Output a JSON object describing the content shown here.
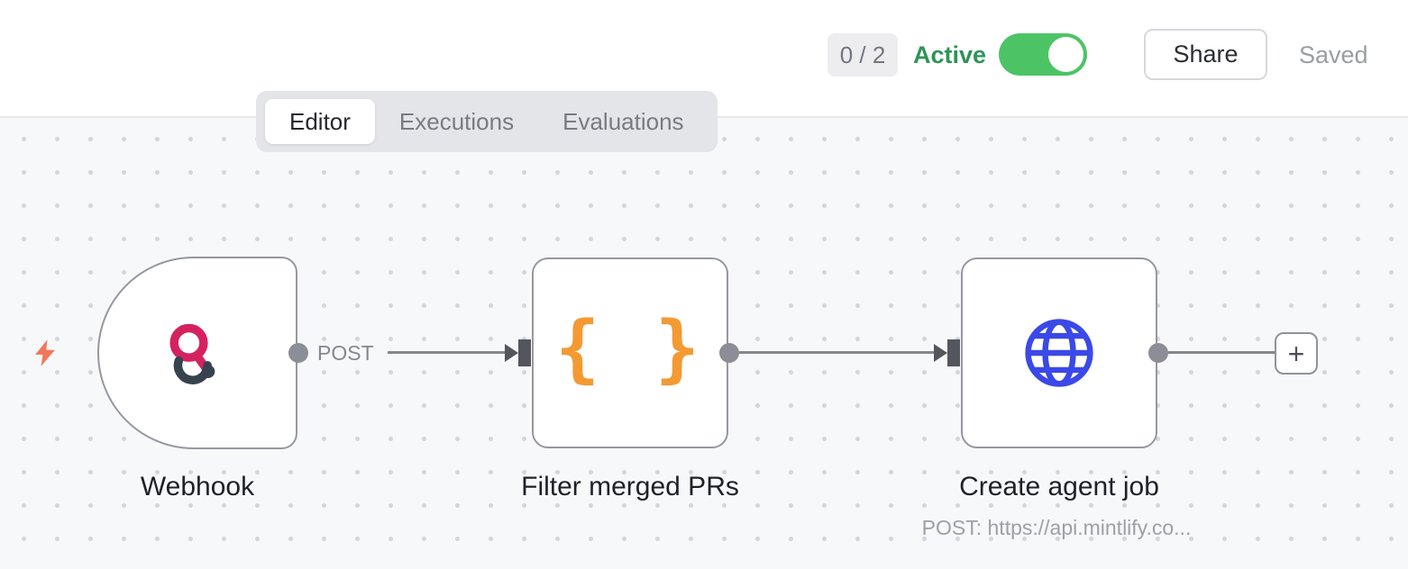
{
  "header": {
    "execution_counter": "0 / 2",
    "active_toggle_label": "Active",
    "toggle_state": "on",
    "share_button_label": "Share",
    "save_status": "Saved"
  },
  "tabs": {
    "editor": "Editor",
    "executions": "Executions",
    "evaluations": "Evaluations",
    "active_tab": "Editor"
  },
  "workflow": {
    "nodes": [
      {
        "name": "Webhook",
        "icon": "webhook-icon",
        "shape": "trigger-rounded-left",
        "output_label": "POST"
      },
      {
        "name": "Filter merged PRs",
        "icon": "curly-braces-icon",
        "icon_glyph": "{ }"
      },
      {
        "name": "Create agent job",
        "icon": "globe-icon",
        "subtitle": "POST: https://api.mintlify.co..."
      }
    ],
    "add_node_glyph": "+",
    "trigger_indicator_icon": "lightning-bolt-icon"
  },
  "colors": {
    "toggle_on_green": "#4cc465",
    "active_text_green": "#2d9558",
    "node_border_gray": "#9598a1",
    "edge_gray": "#85878d",
    "canvas_bg": "#f7f8fa",
    "brace_orange": "#f39a33",
    "webhook_pink": "#d5225f",
    "webhook_dark": "#36434e",
    "globe_blue": "#3a49e8",
    "bolt_coral": "#f3765b"
  }
}
